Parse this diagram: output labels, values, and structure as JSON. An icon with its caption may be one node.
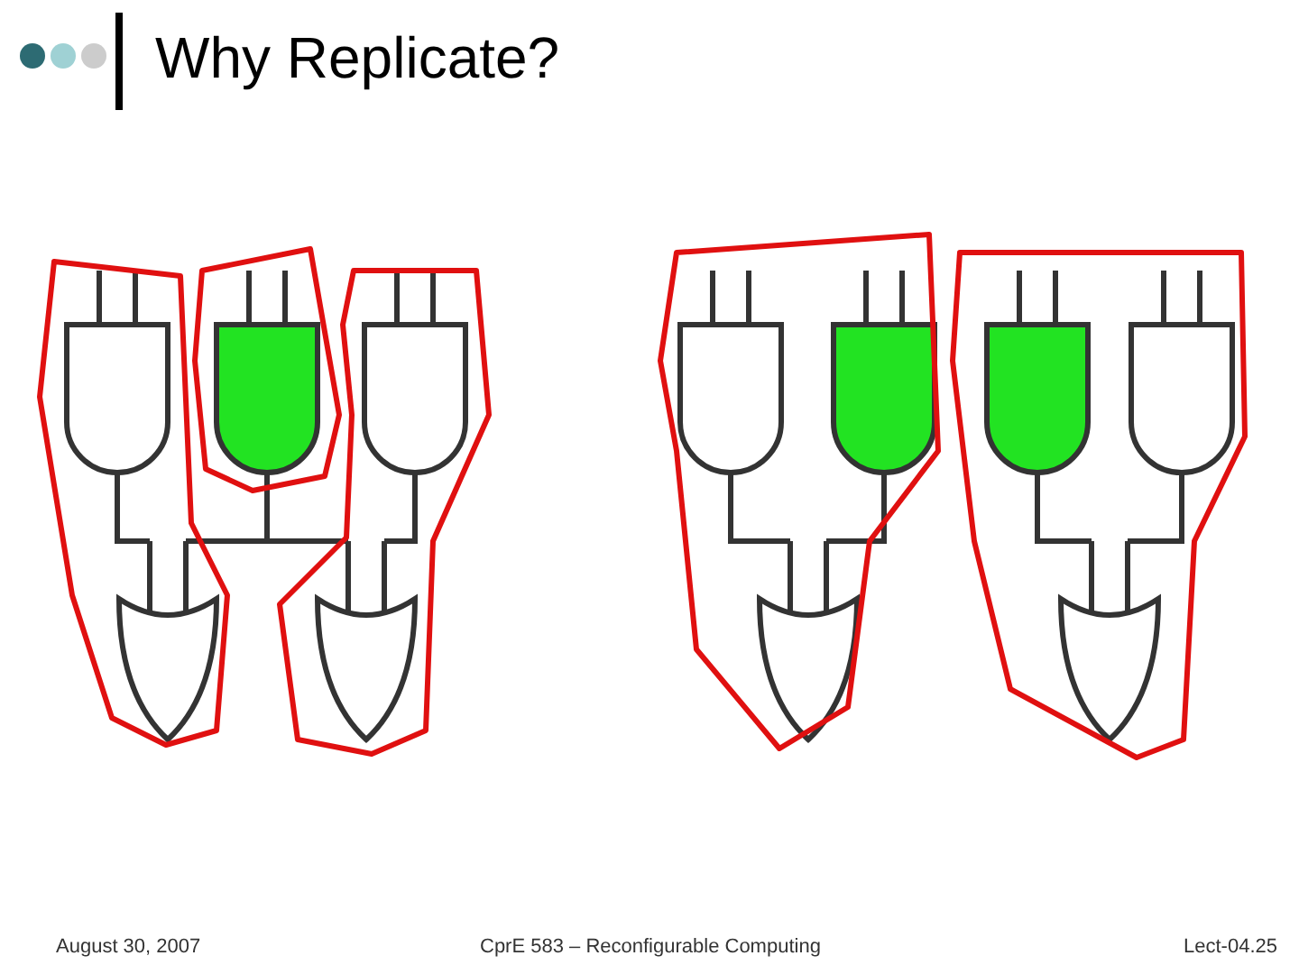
{
  "diagram": {
    "title": "Why Replicate?",
    "labels": [
      "August 30, 2007",
      "CprE 583 – Reconfigurable Computing",
      "Lect-04.25"
    ]
  }
}
